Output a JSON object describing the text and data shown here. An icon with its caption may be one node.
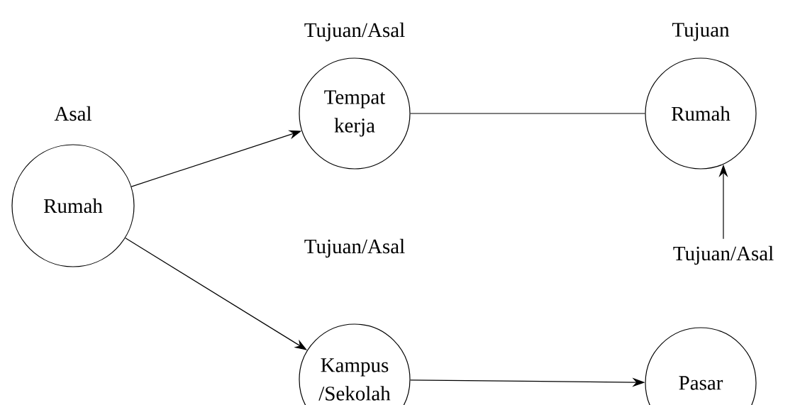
{
  "diagram": {
    "nodes": [
      {
        "text": [
          "Rumah"
        ],
        "beside": [
          "Asal"
        ]
      },
      {
        "text": [
          "Tempat kerja"
        ],
        "beside": [
          "Tujuan/Asal"
        ]
      },
      {
        "text": [
          "Rumah"
        ],
        "beside": [
          "Tujuan"
        ]
      },
      {
        "text": [
          "Kampus /Sekolah"
        ],
        "beside": [
          "Tujuan/Asal"
        ]
      },
      {
        "text": [
          "Pasar"
        ],
        "beside": [
          "Tujuan/Asal"
        ]
      }
    ],
    "edges": [
      {
        "from": 0,
        "to": 1,
        "arrow": "to"
      },
      {
        "from": 0,
        "to": 3,
        "arrow": "to"
      },
      {
        "from": 1,
        "to": 2,
        "arrow": "none"
      },
      {
        "from": 3,
        "to": 4,
        "arrow": "to"
      },
      {
        "from": 4,
        "to": 2,
        "arrow": "to"
      }
    ]
  }
}
